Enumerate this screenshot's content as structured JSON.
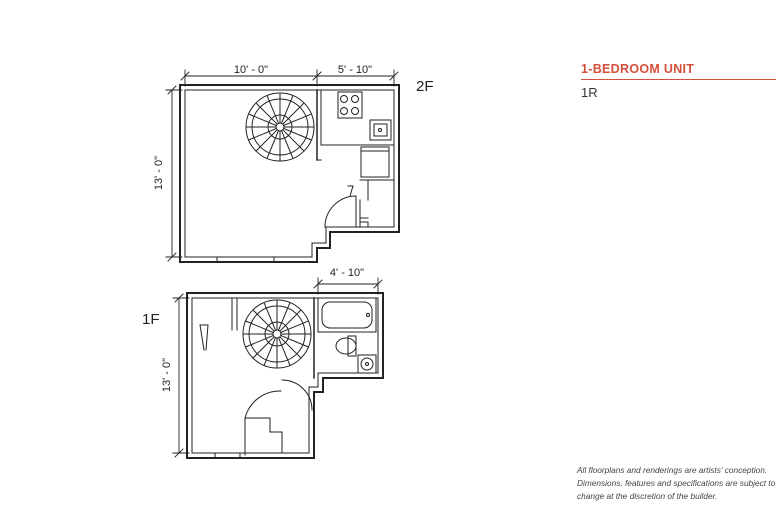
{
  "unit": {
    "title": "1-BEDROOM UNIT",
    "code": "1R",
    "accent_color": "#d4503a"
  },
  "floors": {
    "upper": {
      "label": "2F",
      "dim_top_left": "10' - 0\"",
      "dim_top_right": "5' - 10\"",
      "dim_side": "13' - 0\""
    },
    "lower": {
      "label": "1F",
      "dim_top": "4' - 10\"",
      "dim_side": "13' - 0\""
    }
  },
  "disclaimer": {
    "line1": "All floorplans and renderings are artists' conception.",
    "line2": "Dimensions, features and specifications are subject to",
    "line3": "change at the discretion of the builder."
  },
  "icons": [
    "spiral-stair-icon",
    "stove-icon",
    "sink-icon",
    "fridge-icon",
    "bathtub-icon",
    "toilet-icon",
    "lavatory-icon",
    "door-swing-icon"
  ]
}
